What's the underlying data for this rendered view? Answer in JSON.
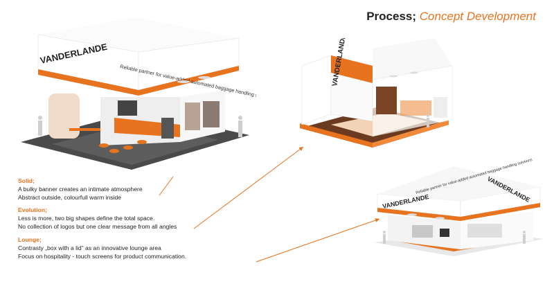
{
  "header": {
    "title": "Process;",
    "subtitle": "Concept Development"
  },
  "brand": {
    "logo": "VANDERLANDE",
    "accent": "#e8731f",
    "dark": "#333333"
  },
  "stands": {
    "solid": {
      "banner": "Reliable partner for value-added automated baggage handling solutions"
    },
    "lounge": {
      "banner": "Reliable partner for value-added automated baggage handling solutions"
    }
  },
  "sections": [
    {
      "heading": "Solid;",
      "lines": [
        "A bulky banner creates an intimate atmosphere",
        "Abstract outside, colourfull warm inside"
      ]
    },
    {
      "heading": "Evolution;",
      "lines": [
        "Less is more, two big shapes define the total space.",
        "No collection of logos but one clear message from all angles"
      ]
    },
    {
      "heading": "Lounge;",
      "lines": [
        "Contrasty „box with a lid” as an innovative lounge area",
        "Focus on hospitality - touch screens for product communication."
      ]
    }
  ]
}
